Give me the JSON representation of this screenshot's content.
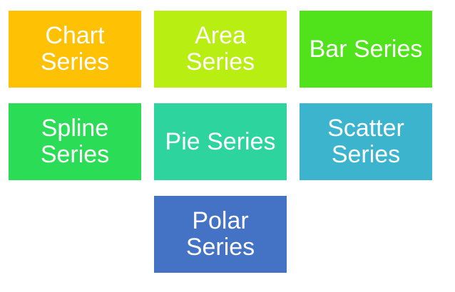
{
  "page": {
    "background_color": "#FFFFFF",
    "text_color": "#FFFFFF"
  },
  "tiles": [
    {
      "label": "Chart\nSeries",
      "color": "#FFC104"
    },
    {
      "label": "Area\nSeries",
      "color": "#B9EE12"
    },
    {
      "label": "Bar Series",
      "color": "#50E31C"
    },
    {
      "label": "Spline\nSeries",
      "color": "#2BDC56"
    },
    {
      "label": "Pie Series",
      "color": "#2ED49E"
    },
    {
      "label": "Scatter\nSeries",
      "color": "#3CB4CE"
    },
    {
      "label": "Polar\nSeries",
      "color": "#4472C4"
    }
  ]
}
